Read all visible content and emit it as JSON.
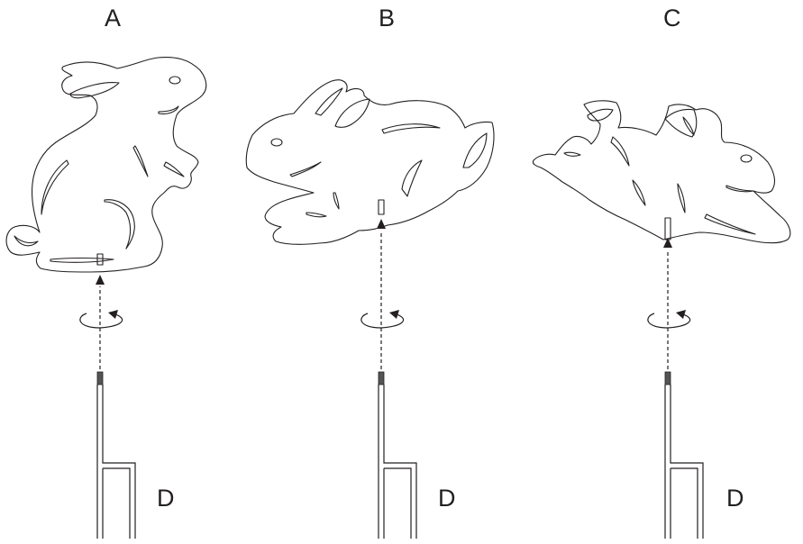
{
  "labels": {
    "rabbit_a": "A",
    "rabbit_b": "B",
    "rabbit_c": "C",
    "stake_a": "D",
    "stake_b": "D",
    "stake_c": "D"
  },
  "colors": {
    "line": "#231f20",
    "background": "#ffffff"
  },
  "icons": {
    "rotate": "rotate-arrow-icon",
    "insert": "arrowhead-icon"
  }
}
